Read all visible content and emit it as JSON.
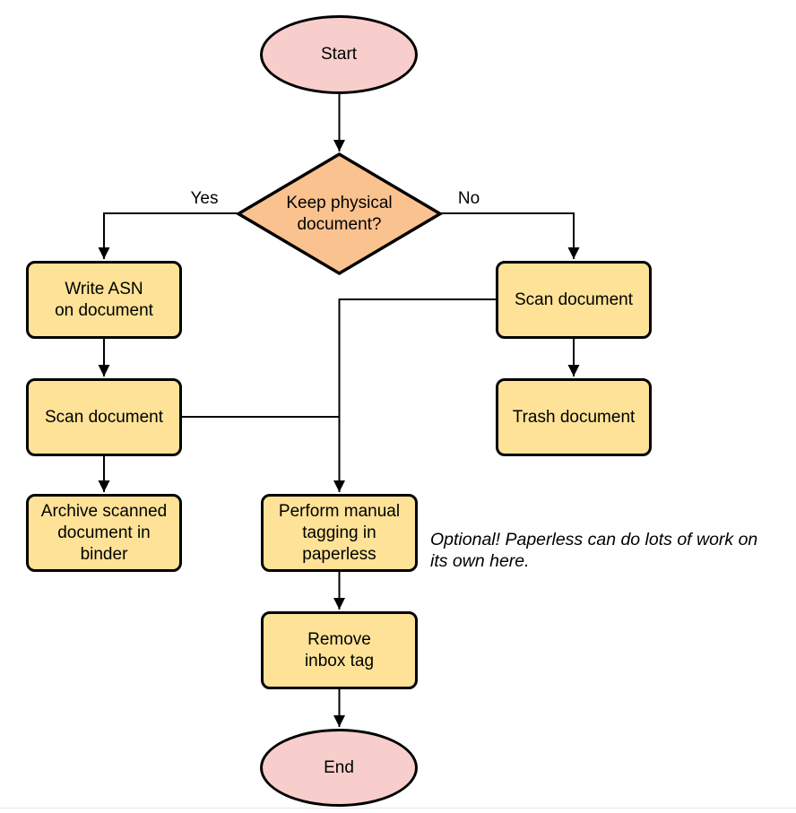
{
  "diagram": {
    "type": "flowchart",
    "colors": {
      "terminal_fill": "#F8CECC",
      "decision_fill": "#FAC28F",
      "process_fill": "#FDE297",
      "stroke": "#000000"
    },
    "nodes": {
      "start": {
        "label": "Start"
      },
      "decision": {
        "label": "Keep physical\ndocument?"
      },
      "write_asn": {
        "label": "Write ASN\non document"
      },
      "scan_document_left": {
        "label": "Scan document"
      },
      "archive_binder": {
        "label": "Archive scanned\ndocument in\nbinder"
      },
      "scan_document_right": {
        "label": "Scan document"
      },
      "trash_document": {
        "label": "Trash document"
      },
      "manual_tagging": {
        "label": "Perform manual\ntagging in\npaperless"
      },
      "remove_inbox_tag": {
        "label": "Remove\ninbox tag"
      },
      "end": {
        "label": "End"
      }
    },
    "edge_labels": {
      "yes": "Yes",
      "no": "No"
    },
    "annotation": "Optional! Paperless can do lots of work on\nits own here."
  }
}
